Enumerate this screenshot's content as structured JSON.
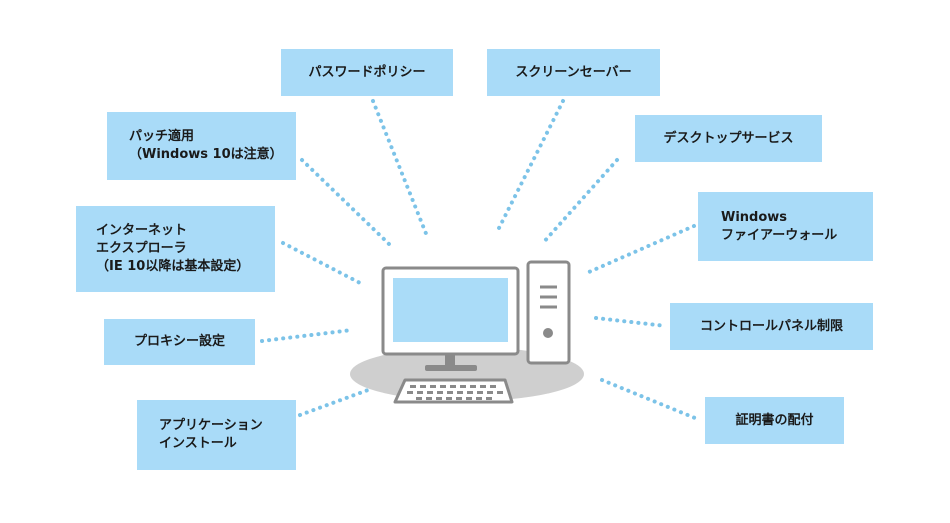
{
  "colors": {
    "box_fill": "#a9dbf8",
    "connector": "#7cc3e8",
    "pc_outline": "#8a8a8a",
    "screen_fill": "#aadcf8",
    "shadow_fill": "#cfcfcf"
  },
  "labels": {
    "password_policy": "パスワードポリシー",
    "screensaver": "スクリーンセーバー",
    "patch": "パッチ適用\n（Windows 10は注意）",
    "desktop_services": "デスクトップサービス",
    "internet_explorer": "インターネット\nエクスプローラ\n（IE 10以降は基本設定）",
    "windows_firewall": "Windows\nファイアーウォール",
    "proxy": "プロキシー設定",
    "control_panel": "コントロールパネル制限",
    "app_install": "アプリケーション\nインストール",
    "certificate": "証明書の配付"
  }
}
